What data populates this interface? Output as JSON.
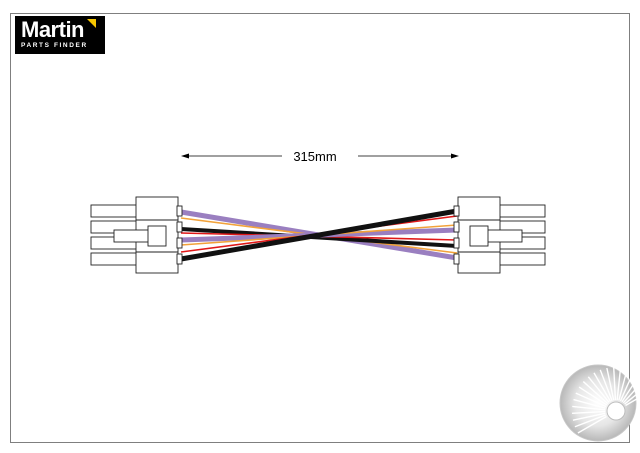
{
  "logo": {
    "name": "Martin",
    "tagline": "PARTS FINDER",
    "accent_color": "#f7c600"
  },
  "dimension": {
    "label": "315mm"
  },
  "wire_colors": {
    "purple": "#9a7fc0",
    "black": "#111111",
    "red": "#e01818",
    "orange": "#f2a23a",
    "white": "#f4f0ea"
  },
  "badge": {
    "icon": "sunburst-seal-icon"
  }
}
